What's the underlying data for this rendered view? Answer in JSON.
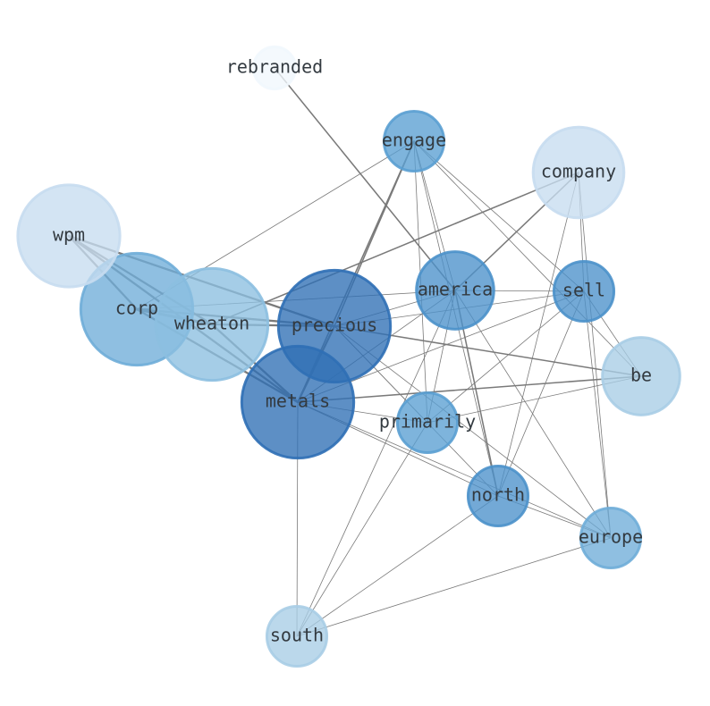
{
  "graph": {
    "nodes": [
      {
        "id": "rebranded",
        "label": "rebranded",
        "weight": 1,
        "color": "#f1f7fd"
      },
      {
        "id": "engage",
        "label": "engage",
        "weight": 3,
        "color": "#5a9fd2"
      },
      {
        "id": "company",
        "label": "company",
        "weight": 9,
        "color": "#c7dcf0"
      },
      {
        "id": "wpm",
        "label": "wpm",
        "weight": 12,
        "color": "#c7dcf0"
      },
      {
        "id": "america",
        "label": "america",
        "weight": 6,
        "color": "#4b91ca"
      },
      {
        "id": "sell",
        "label": "sell",
        "weight": 3,
        "color": "#4b91ca"
      },
      {
        "id": "corp",
        "label": "corp",
        "weight": 15,
        "color": "#6fadd8"
      },
      {
        "id": "wheaton",
        "label": "wheaton",
        "weight": 15,
        "color": "#8cbfe0"
      },
      {
        "id": "precious",
        "label": "precious",
        "weight": 15,
        "color": "#2f6fb5"
      },
      {
        "id": "be",
        "label": "be",
        "weight": 6,
        "color": "#a8cde6"
      },
      {
        "id": "metals",
        "label": "metals",
        "weight": 15,
        "color": "#2f6fb5"
      },
      {
        "id": "primarily",
        "label": "primarily",
        "weight": 3,
        "color": "#5a9fd2"
      },
      {
        "id": "north",
        "label": "north",
        "weight": 3,
        "color": "#4b91ca"
      },
      {
        "id": "europe",
        "label": "europe",
        "weight": 3,
        "color": "#6fadd8"
      },
      {
        "id": "south",
        "label": "south",
        "weight": 3,
        "color": "#a8cde6"
      }
    ],
    "edges": [
      {
        "source": "rebranded",
        "target": "america",
        "weight": 2
      },
      {
        "source": "engage",
        "target": "corp",
        "weight": 1
      },
      {
        "source": "engage",
        "target": "precious",
        "weight": 2
      },
      {
        "source": "engage",
        "target": "metals",
        "weight": 2
      },
      {
        "source": "engage",
        "target": "america",
        "weight": 1
      },
      {
        "source": "engage",
        "target": "sell",
        "weight": 1
      },
      {
        "source": "engage",
        "target": "be",
        "weight": 1
      },
      {
        "source": "engage",
        "target": "primarily",
        "weight": 1
      },
      {
        "source": "engage",
        "target": "north",
        "weight": 1
      },
      {
        "source": "company",
        "target": "wheaton",
        "weight": 2
      },
      {
        "source": "company",
        "target": "america",
        "weight": 2
      },
      {
        "source": "company",
        "target": "sell",
        "weight": 1
      },
      {
        "source": "company",
        "target": "north",
        "weight": 1
      },
      {
        "source": "wpm",
        "target": "corp",
        "weight": 3
      },
      {
        "source": "wpm",
        "target": "wheaton",
        "weight": 3
      },
      {
        "source": "wpm",
        "target": "precious",
        "weight": 3
      },
      {
        "source": "wpm",
        "target": "metals",
        "weight": 3
      },
      {
        "source": "corp",
        "target": "wheaton",
        "weight": 4
      },
      {
        "source": "corp",
        "target": "precious",
        "weight": 3
      },
      {
        "source": "corp",
        "target": "metals",
        "weight": 3
      },
      {
        "source": "wheaton",
        "target": "precious",
        "weight": 3
      },
      {
        "source": "wheaton",
        "target": "metals",
        "weight": 3
      },
      {
        "source": "precious",
        "target": "metals",
        "weight": 3
      },
      {
        "source": "precious",
        "target": "america",
        "weight": 1
      },
      {
        "source": "precious",
        "target": "sell",
        "weight": 1
      },
      {
        "source": "precious",
        "target": "be",
        "weight": 2
      },
      {
        "source": "precious",
        "target": "primarily",
        "weight": 1
      },
      {
        "source": "precious",
        "target": "north",
        "weight": 1
      },
      {
        "source": "precious",
        "target": "europe",
        "weight": 1
      },
      {
        "source": "metals",
        "target": "america",
        "weight": 1
      },
      {
        "source": "metals",
        "target": "sell",
        "weight": 1
      },
      {
        "source": "metals",
        "target": "be",
        "weight": 2
      },
      {
        "source": "metals",
        "target": "primarily",
        "weight": 1
      },
      {
        "source": "metals",
        "target": "north",
        "weight": 1
      },
      {
        "source": "metals",
        "target": "europe",
        "weight": 1
      },
      {
        "source": "metals",
        "target": "south",
        "weight": 1
      },
      {
        "source": "america",
        "target": "sell",
        "weight": 1
      },
      {
        "source": "america",
        "target": "north",
        "weight": 2
      },
      {
        "source": "america",
        "target": "europe",
        "weight": 1
      },
      {
        "source": "america",
        "target": "south",
        "weight": 1
      },
      {
        "source": "america",
        "target": "primarily",
        "weight": 1
      },
      {
        "source": "america",
        "target": "corp",
        "weight": 1
      },
      {
        "source": "sell",
        "target": "be",
        "weight": 1
      },
      {
        "source": "sell",
        "target": "north",
        "weight": 1
      },
      {
        "source": "sell",
        "target": "europe",
        "weight": 1
      },
      {
        "source": "sell",
        "target": "primarily",
        "weight": 1
      },
      {
        "source": "be",
        "target": "primarily",
        "weight": 1
      },
      {
        "source": "north",
        "target": "europe",
        "weight": 1
      },
      {
        "source": "north",
        "target": "south",
        "weight": 1
      },
      {
        "source": "europe",
        "target": "south",
        "weight": 1
      },
      {
        "source": "primarily",
        "target": "south",
        "weight": 1
      },
      {
        "source": "company",
        "target": "europe",
        "weight": 1
      }
    ]
  }
}
